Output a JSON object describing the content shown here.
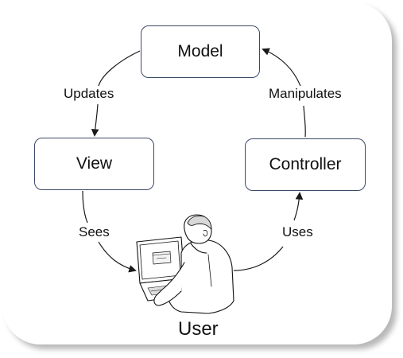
{
  "nodes": {
    "model": "Model",
    "view": "View",
    "controller": "Controller",
    "user": "User"
  },
  "edges": {
    "updates": "Updates",
    "manipulates": "Manipulates",
    "sees": "Sees",
    "uses": "Uses"
  },
  "user_icon": "user-at-laptop-icon",
  "colors": {
    "box_border": "#3c4a66",
    "text": "#111111",
    "arrow": "#1a1a1a"
  }
}
